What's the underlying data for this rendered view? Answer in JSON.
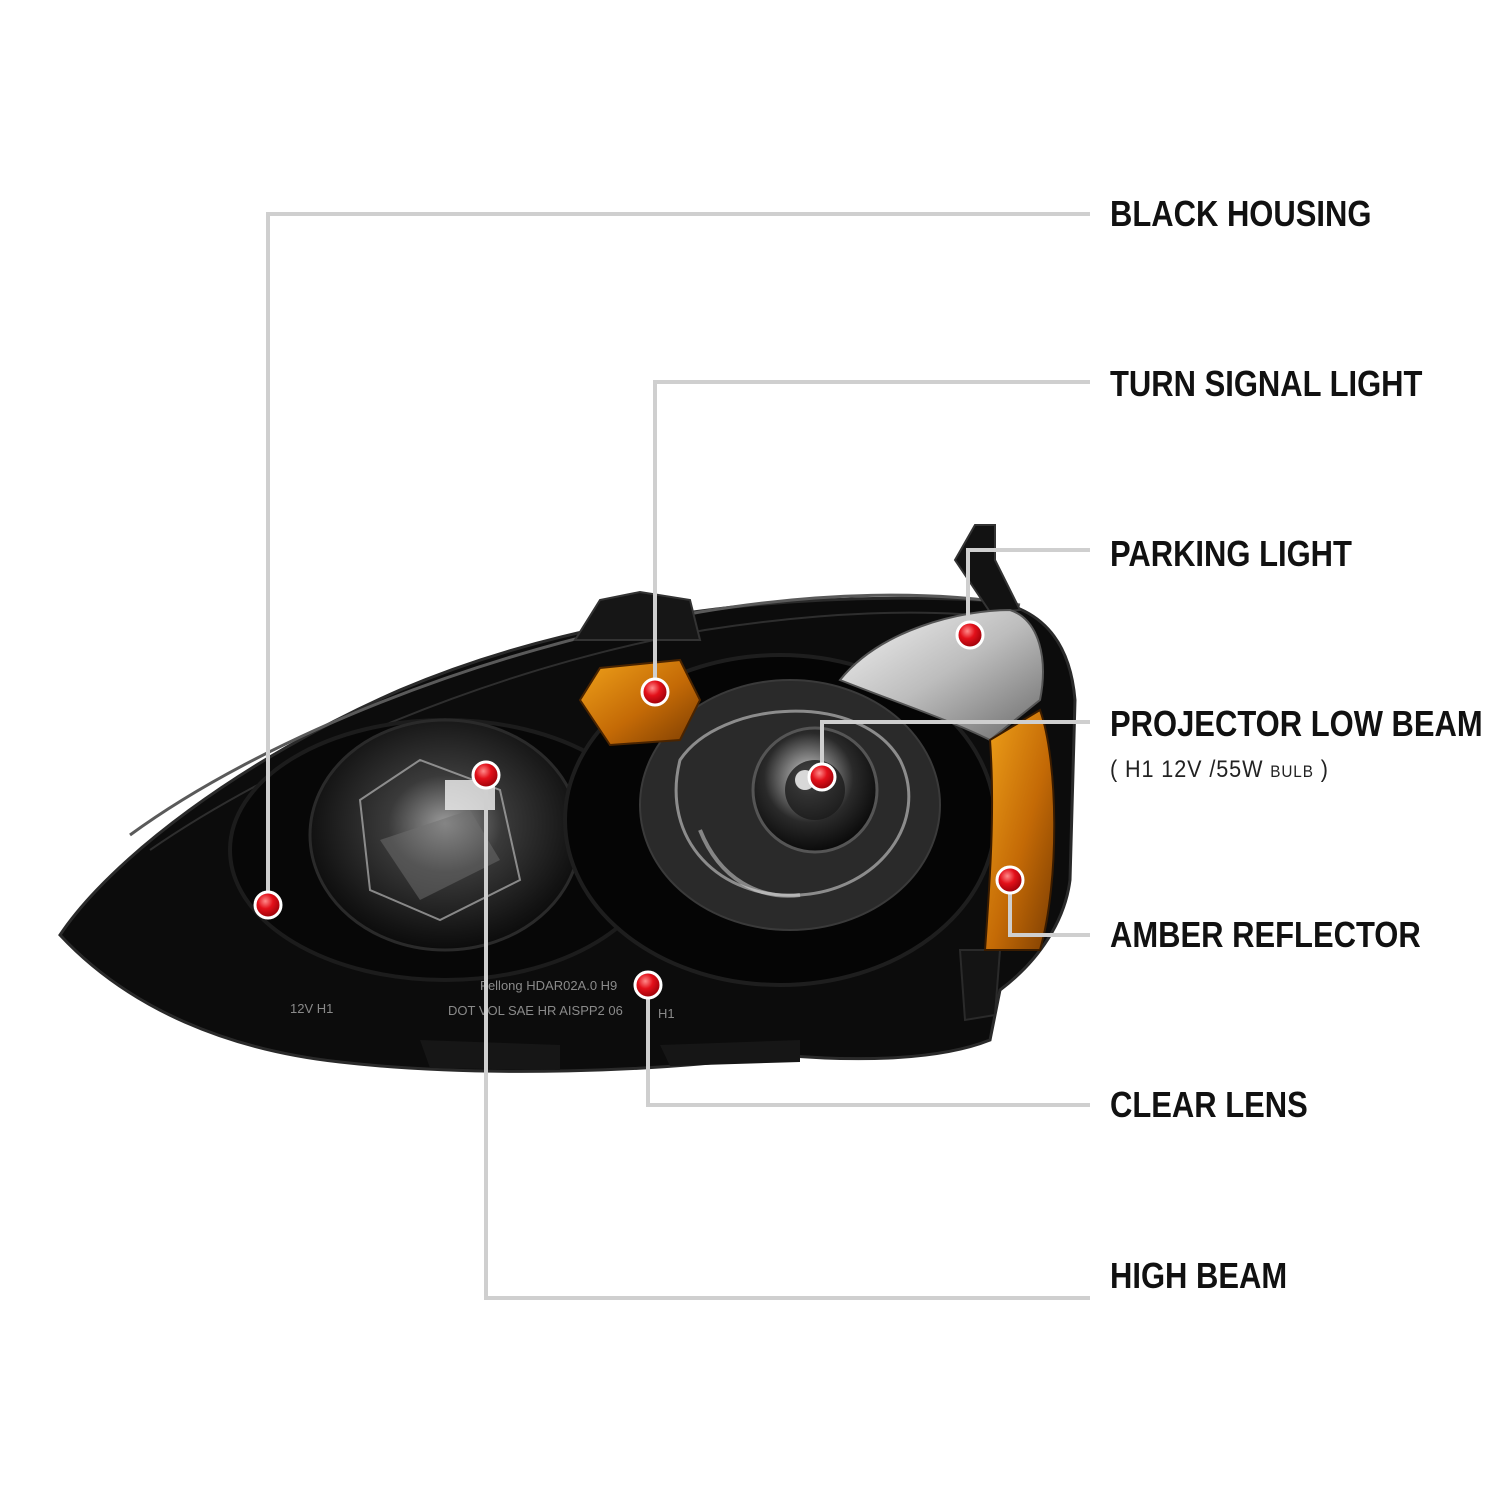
{
  "diagram": {
    "subject": "black housing projector headlight with amber corner",
    "colors": {
      "leader_line": "#cfcfcf",
      "marker_red": "#e3101a",
      "housing": "#0c0c0c",
      "amber": "#d9820a",
      "label_text": "#111111"
    },
    "callouts": [
      {
        "id": "black-housing",
        "label": "BLACK HOUSING"
      },
      {
        "id": "turn-signal-light",
        "label": "TURN SIGNAL LIGHT"
      },
      {
        "id": "parking-light",
        "label": "PARKING LIGHT"
      },
      {
        "id": "projector-low-beam",
        "label": "PROJECTOR LOW BEAM",
        "sub_open": "( H1  12V /55W ",
        "sub_small": "BULB",
        "sub_close": " )"
      },
      {
        "id": "amber-reflector",
        "label": "AMBER REFLECTOR"
      },
      {
        "id": "clear-lens",
        "label": "CLEAR LENS"
      },
      {
        "id": "high-beam",
        "label": "HIGH BEAM"
      }
    ],
    "lens_markings": {
      "left_small": "12V H1",
      "brand_line": "Fellong  HDAR02A.0  H9",
      "dot_line": "DOT  VOL  SAE  HR  AISPP2  06",
      "right_small": "H1"
    }
  }
}
